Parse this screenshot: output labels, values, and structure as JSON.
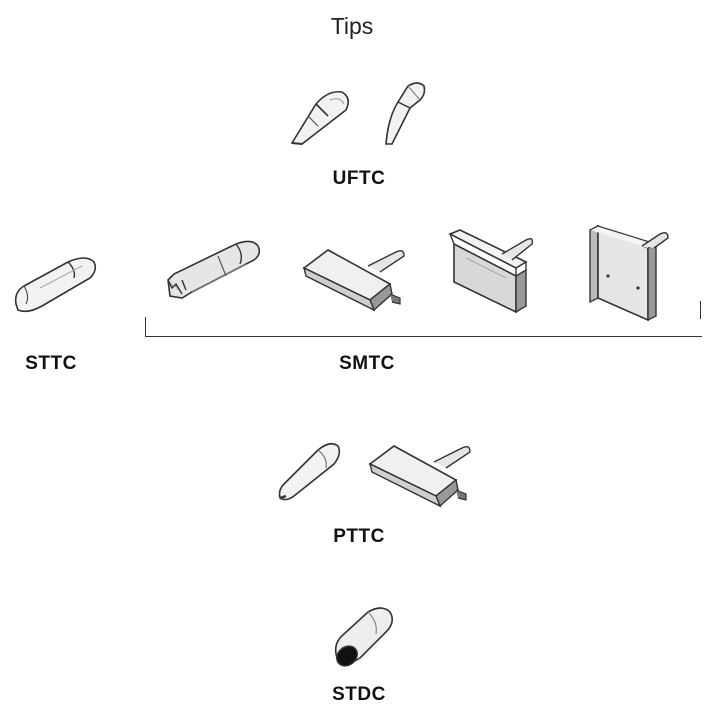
{
  "title": "Tips",
  "groups": {
    "uftc": {
      "label": "UFTC"
    },
    "sttc": {
      "label": "STTC"
    },
    "smtc": {
      "label": "SMTC"
    },
    "pttc": {
      "label": "PTTC"
    },
    "stdc": {
      "label": "STDC"
    }
  },
  "colors": {
    "outline": "#333333",
    "fill_light": "#eeeeee",
    "fill_mid": "#cccccc",
    "fill_dark": "#888888"
  }
}
